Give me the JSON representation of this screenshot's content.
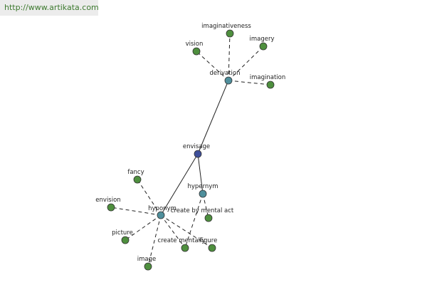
{
  "url": "http://www.artikata.com",
  "colors": {
    "root": "#3e4f9a",
    "hub": "#4f8f9c",
    "leaf": "#4e8f3e"
  },
  "nodes": {
    "envisage": "envisage",
    "derivation": "derivation",
    "hyponym": "hyponym",
    "hypernym": "hypernym",
    "imaginativeness": "imaginativeness",
    "imagery": "imagery",
    "vision": "vision",
    "imagination": "imagination",
    "fancy": "fancy",
    "envision": "envision",
    "picture": "picture",
    "image": "image",
    "create_mentally": "create mentally",
    "figure": "figure",
    "create_by_mental_act": "create by mental act"
  }
}
